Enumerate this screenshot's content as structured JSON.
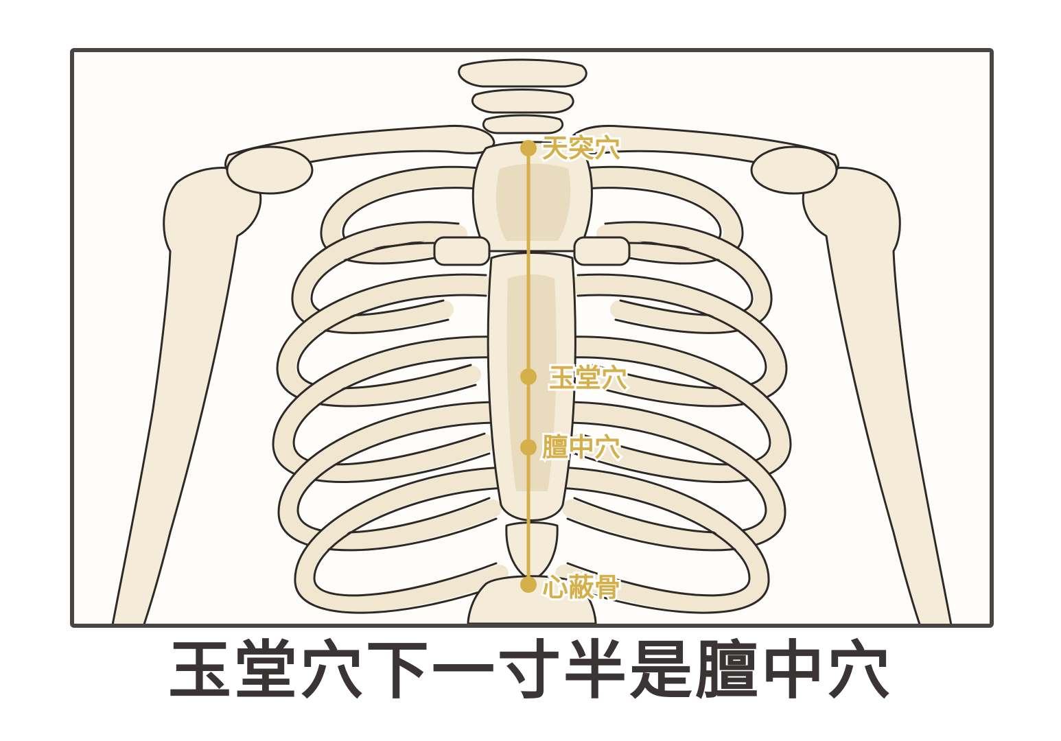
{
  "caption": "玉堂穴下一寸半是膻中穴",
  "acupoints": [
    {
      "id": "tiantu",
      "label": "天突穴"
    },
    {
      "id": "yutang",
      "label": "玉堂穴"
    },
    {
      "id": "danzhong",
      "label": "膻中穴"
    },
    {
      "id": "xinbigu",
      "label": "心蔽骨"
    }
  ],
  "colors": {
    "frame": "#4a4442",
    "meridian": "#d4af4a",
    "caption": "#3a3534",
    "bone": "#f4ecd9",
    "bone_outline": "#2d2926"
  }
}
